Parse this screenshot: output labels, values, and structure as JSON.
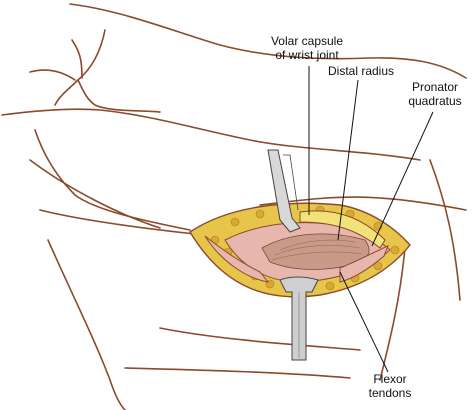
{
  "labels": {
    "volar_capsule": [
      "Volar capsule",
      "of wrist joint"
    ],
    "distal_radius": [
      "Distal radius"
    ],
    "pronator_quadratus": [
      "Pronator",
      "quadratus"
    ],
    "flexor_tendons": [
      "Flexor",
      "tendons"
    ]
  },
  "colors": {
    "outline": "#8b4a2b",
    "fat": "#e7c54a",
    "tendon_yellow": "#f2e27a",
    "muscle": "#c99a88",
    "tissue_pink": "#e7b6ad",
    "retractor": "#cfcfcf",
    "leader": "#111111"
  }
}
